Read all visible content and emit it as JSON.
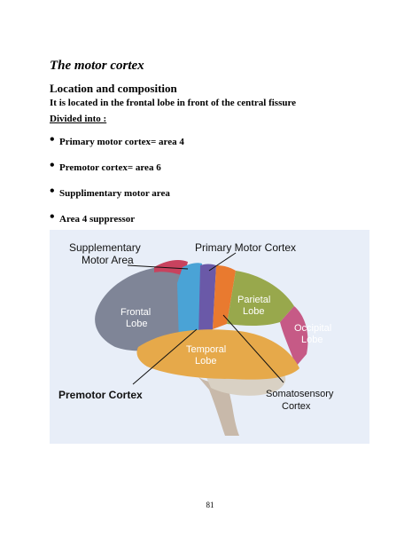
{
  "document": {
    "heading": "The motor cortex",
    "subheading": "Location and composition",
    "location_text": "It is located in the frontal lobe in front of the central fissure",
    "divided_label": "Divided into :",
    "bullets": [
      "Primary motor cortex= area 4",
      "Premotor cortex= area 6",
      "Supplimentary motor area",
      "Area 4 suppressor"
    ],
    "page_number": "81"
  },
  "figure": {
    "labels": {
      "supplementary_1": "Supplementary",
      "supplementary_2": "Motor Area",
      "primary_motor": "Primary Motor Cortex",
      "frontal_1": "Frontal",
      "frontal_2": "Lobe",
      "parietal_1": "Parietal",
      "parietal_2": "Lobe",
      "occipital_1": "Occipital",
      "occipital_2": "Lobe",
      "temporal_1": "Temporal",
      "temporal_2": "Lobe",
      "premotor": "Premotor Cortex",
      "somatosensory_1": "Somatosensory",
      "somatosensory_2": "Cortex"
    },
    "colors": {
      "background": "#e8eef8",
      "frontal": "#7f8597",
      "primary_motor": "#4aa3d6",
      "premotor_strip": "#6a59a8",
      "somatosensory": "#e97a2f",
      "parietal": "#98a84c",
      "occipital": "#c65a86",
      "temporal": "#e6a94a",
      "supplementary": "#c8425e",
      "cerebellum": "#d9d1c4",
      "brainstem": "#c8b9aa"
    }
  }
}
